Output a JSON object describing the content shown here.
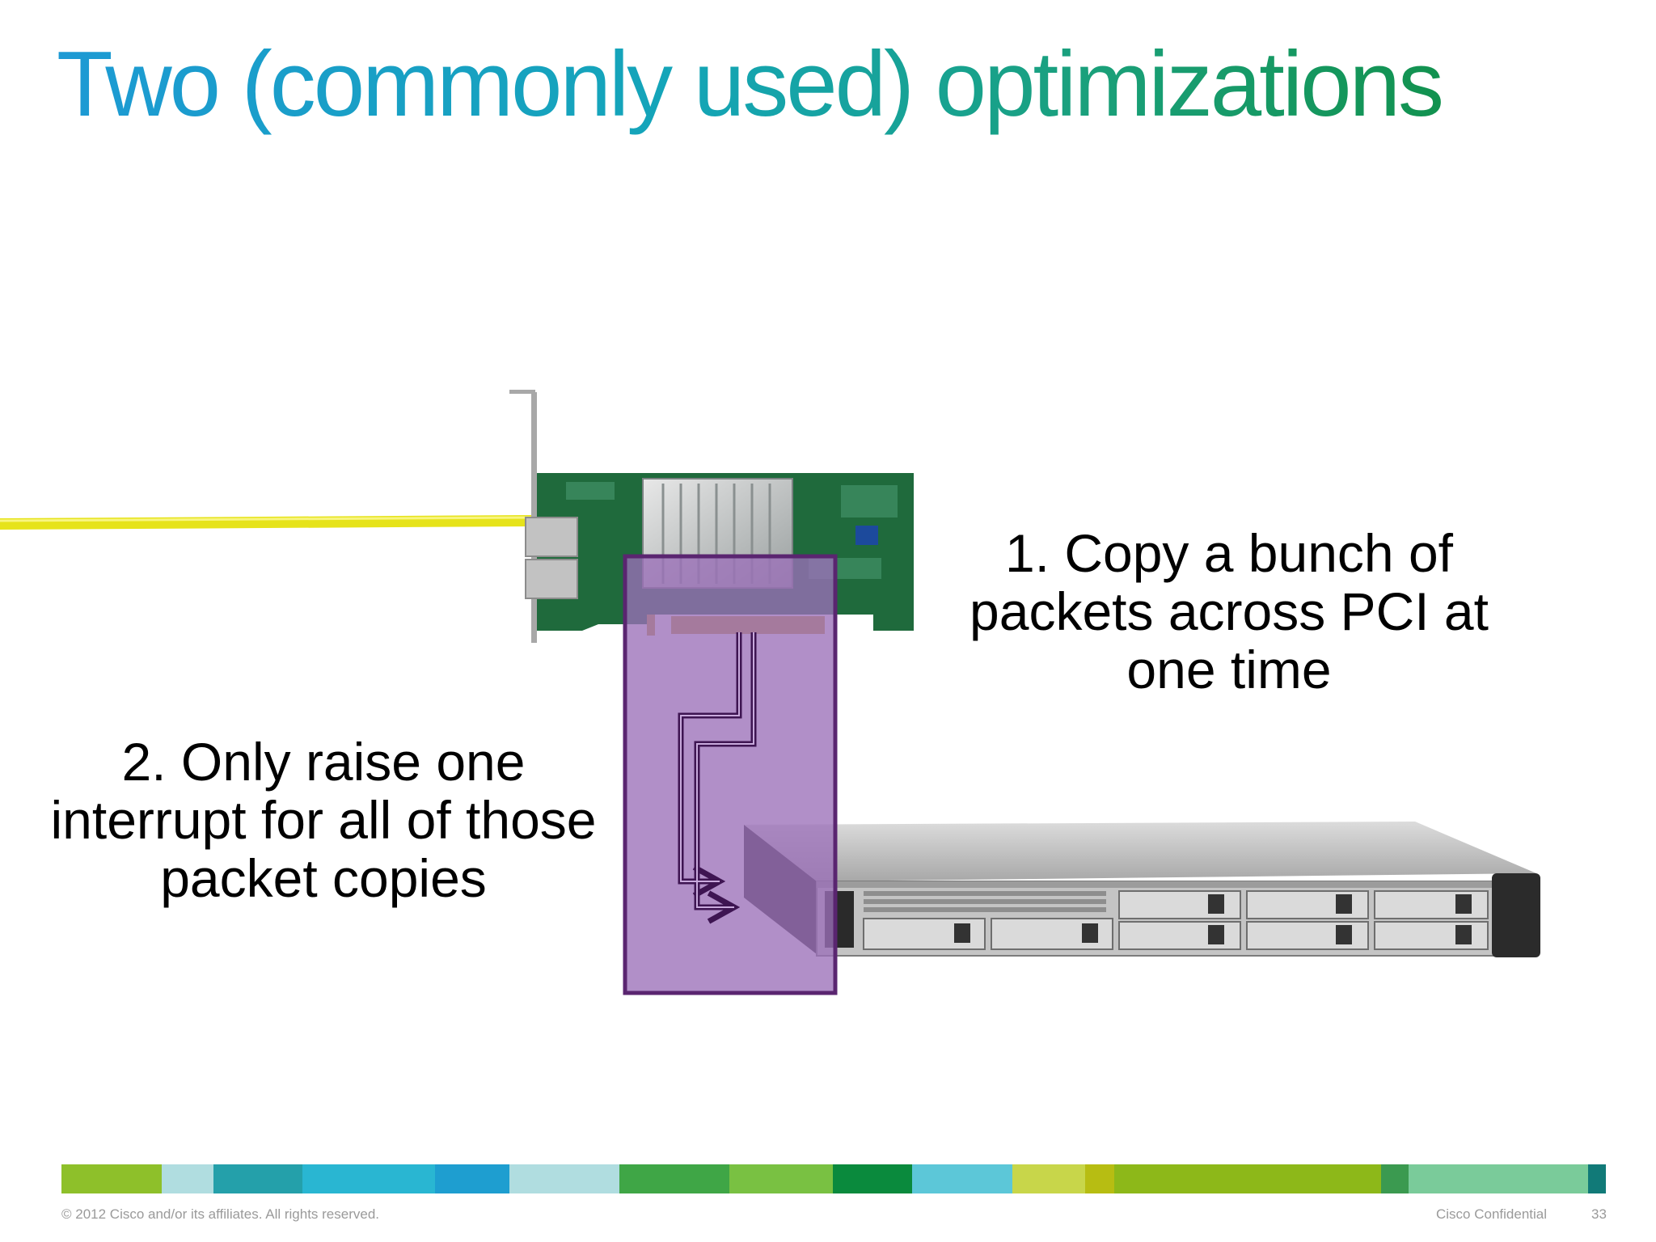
{
  "slide": {
    "title": "Two (commonly used) optimizations",
    "step1_text": "1. Copy a bunch of packets across PCI at one time",
    "step2_text": "2. Only raise one interrupt for all of those packet copies",
    "footer_copyright": "© 2012 Cisco and/or its affiliates. All rights reserved.",
    "footer_confidential": "Cisco Confidential",
    "page_number": "33"
  },
  "colors": {
    "highlight_fill": "#9b6fb8",
    "highlight_stroke": "#5a2570",
    "cable": "#e5e51a",
    "pcb": "#1f6a3c"
  },
  "color_bar": [
    "#8ec02a",
    "#b0dde0",
    "#24a0aa",
    "#29b6d2",
    "#1e9ed0",
    "#b0dde0",
    "#3fa646",
    "#79c142",
    "#0a8a3d",
    "#5cc7d8",
    "#c8d64a",
    "#b7bd12",
    "#8db819",
    "#3b9a50",
    "#7acb9a",
    "#117a78"
  ]
}
